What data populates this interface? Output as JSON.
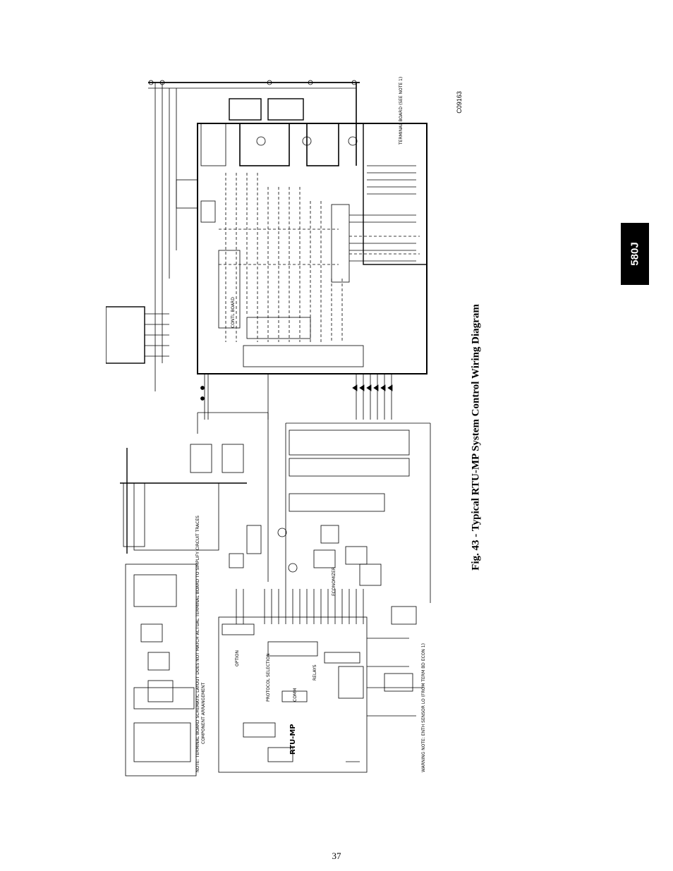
{
  "figure": {
    "caption": "Fig. 43 - Typical RTU-MP System Control Wiring Diagram",
    "code": "C09163"
  },
  "side_tab": {
    "label": "580J"
  },
  "page_number": "37",
  "diagram": {
    "labels": {
      "terminal_board": "TERMINAL BOARD (SEE NOTE 1)",
      "note": "NOTE: TERMINAL BOARD SCHEMATIC LAYOUT DOES NOT MATCH ACTUAL TERMINAL BOARD TO SIMPLIFY CIRCUIT TRACES",
      "component_arrangement": "COMPONENT ARRANGEMENT",
      "warning_note": "WARNING NOTE: ENTH SENSOR LO (FROM TERM BD ECON 1)",
      "rtu_mp": "RTU-MP",
      "control_board": "CONTL BOARD",
      "economizer": "ECONOMIZER",
      "option": "OPTION",
      "protocol": "PROTOCOL SELECTION",
      "relays": "RELAYS",
      "comm": "COMM"
    }
  }
}
